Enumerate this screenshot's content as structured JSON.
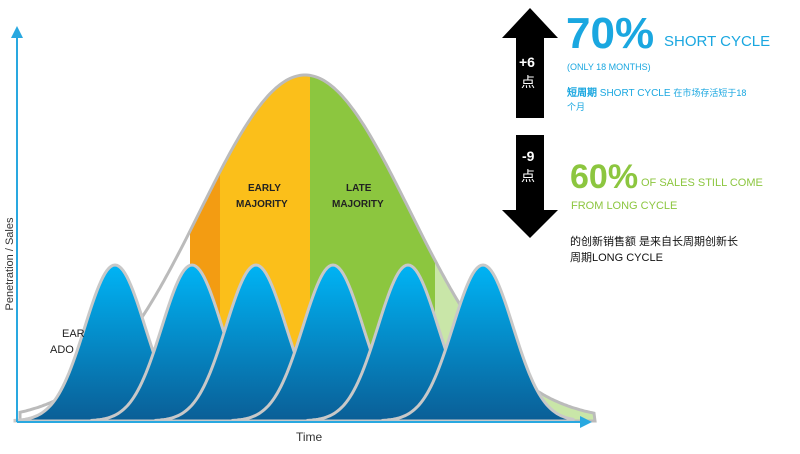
{
  "diagram": {
    "y_axis_label": "Penetration / Sales",
    "x_axis_label": "Time",
    "segments": {
      "early_adopters_line1": "EAR",
      "early_adopters_line2": "ADO",
      "early_majority_line1": "EARLY",
      "early_majority_line2": "MAJORITY",
      "late_majority_line1": "LATE",
      "late_majority_line2": "MAJORITY"
    }
  },
  "up_arrow": {
    "line1": "+6",
    "line2": "点"
  },
  "down_arrow": {
    "line1": "-9",
    "line2": "点"
  },
  "short_cycle": {
    "percent": "70%",
    "title": "SHORT CYCLE",
    "note": "(ONLY 18 MONTHS)",
    "cn_label": "短周期",
    "en_label": "SHORT CYCLE",
    "cn_desc": "在市场存活短于18",
    "cn_desc2": "个月"
  },
  "long_cycle": {
    "percent": "60%",
    "title": "OF SALES STILL COME",
    "title2": "FROM LONG CYCLE",
    "cn_desc": "的创新销售额 是来自长周期创新长",
    "cn_desc2": "周期LONG CYCLE"
  },
  "colors": {
    "blue": "#1aa7e0",
    "green": "#8cc63f",
    "orange": "#f39c12",
    "yellow": "#fbbf1a"
  }
}
